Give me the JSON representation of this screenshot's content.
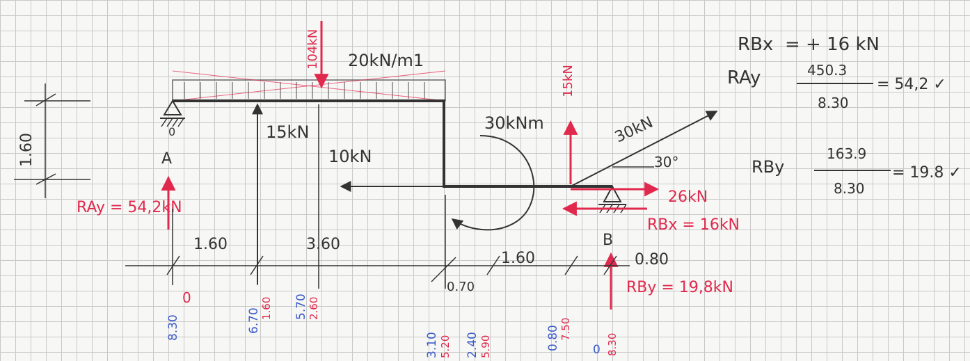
{
  "load": {
    "distributed_label": "20kN/m1",
    "resultant_label": "104kN",
    "point_load_label": "15kN",
    "vertical_load_label": "15kN",
    "horizontal_load_label": "10kN",
    "moment_label": "30kNm",
    "inclined_load_label": "30kN",
    "angle_label": "30°",
    "horizontal_component_label": "26kN"
  },
  "supports": {
    "a_label": "A",
    "b_label": "B",
    "a_mark_label": "0"
  },
  "dims": {
    "height": "1.60",
    "d1": "1.60",
    "d2": "3.60",
    "d3": "0.70",
    "d4": "1.60",
    "d5": "0.80"
  },
  "reactions": {
    "ray": "RAy = 54,2kN",
    "rbx": "RBx = 16kN",
    "rby": "RBy = 19,8kN"
  },
  "equations": {
    "rbx_lhs": "RBx",
    "rbx_rhs": "= + 16 kN",
    "ray_lhs": "RAy",
    "ray_num": "450.3",
    "ray_den": "8.30",
    "ray_result": "= 54,2 ✓",
    "rby_lhs": "RBy",
    "rby_num": "163.9",
    "rby_den": "8.30",
    "rby_result": "= 19.8 ✓"
  },
  "bottom_numbers": {
    "n0": "0",
    "n1": "8.30",
    "n2": "6.70",
    "n3": "1.60",
    "n4": "5.70",
    "n5": "2.60",
    "n6": "3.10",
    "n7": "5.20",
    "n8": "2.40",
    "n9": "5.90",
    "n10": "0.80",
    "n11": "7.50",
    "n12": "0",
    "n13": "8.30"
  },
  "colors": {
    "ink": "#333333",
    "red": "#e0294d",
    "blue": "#3b5bc9",
    "grid": "#c9c9c9"
  }
}
